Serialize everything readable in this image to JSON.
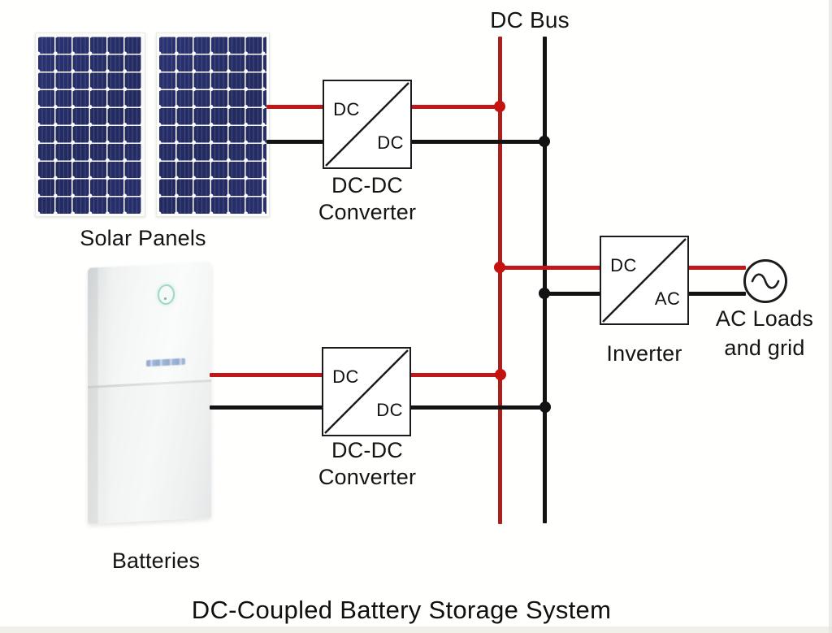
{
  "title": "DC-Coupled Battery Storage System",
  "bus": {
    "label": "DC Bus"
  },
  "solar": {
    "label": "Solar Panels"
  },
  "battery": {
    "label": "Batteries"
  },
  "pv_converter": {
    "input": "DC",
    "output": "DC",
    "caption_line1": "DC-DC",
    "caption_line2": "Converter"
  },
  "battery_converter": {
    "input": "DC",
    "output": "DC",
    "caption_line1": "DC-DC",
    "caption_line2": "Converter"
  },
  "inverter": {
    "input": "DC",
    "output": "AC",
    "caption": "Inverter"
  },
  "ac_loads": {
    "line1": "AC Loads",
    "line2": "and grid"
  },
  "colors": {
    "wire_red": "#c0181a",
    "bus_red": "#a8211e",
    "dot_red": "#c31210",
    "wire_black": "#131313",
    "panel_cell": "#272e67",
    "led_green": "#9fd9c2"
  }
}
